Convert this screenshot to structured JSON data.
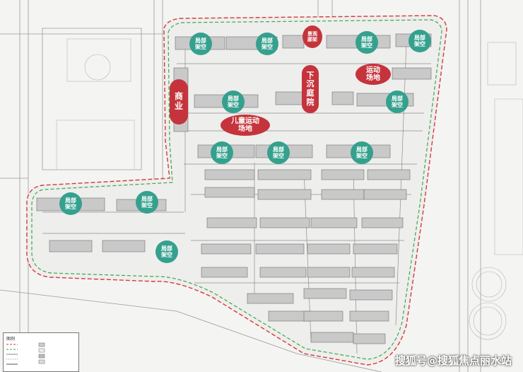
{
  "map": {
    "labels": {
      "local_overhead": "局部\n架空",
      "local_overhead_short": "局部\n架空"
    },
    "red_labels": {
      "commercial": "商\n业",
      "sunken_garden": "下\n沉\n庭\n院",
      "scenic_overhead": "景观\n廊架",
      "sports_field": "运动\n场地",
      "kids_sports_field": "儿童运动\n场地"
    },
    "legend_title": "图例",
    "watermark": "搜狐号@搜狐焦点丽水站"
  },
  "colors": {
    "teal": "#35a08e",
    "red": "#c5343c",
    "boundary_red": "#d23a3a",
    "boundary_green": "#3aa84a",
    "building_fill": "#c9c9c9"
  }
}
